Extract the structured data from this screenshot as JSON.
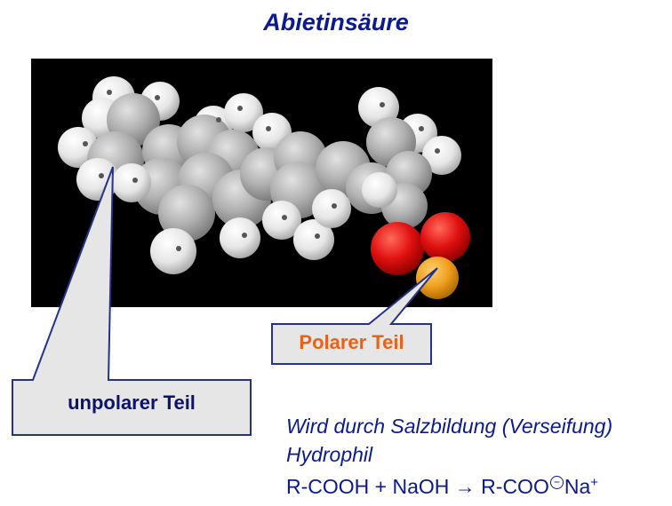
{
  "title": "Abietinsäure",
  "labels": {
    "polar": "Polarer Teil",
    "nonpolar": "unpolarer Teil"
  },
  "notes": {
    "line1": "Wird durch Salzbildung (Verseifung)",
    "line2": "Hydrophil",
    "equation_left": "R-COOH + NaOH",
    "arrow": "→",
    "equation_right": "R-COO",
    "charge": "−",
    "cation": "Na",
    "cation_charge": "+"
  },
  "colors": {
    "title": "#0b1a8c",
    "polar_label": "#e8621c",
    "nonpolar_label": "#0b1466",
    "background_panel": "#000000",
    "carbon": "#a8a8a8",
    "hydrogen": "#f2f2f2",
    "oxygen": "#e01010",
    "oxygen_hydroxyl": "#f0a020"
  },
  "icons": {
    "molecule": "space-filling-molecule-model"
  }
}
